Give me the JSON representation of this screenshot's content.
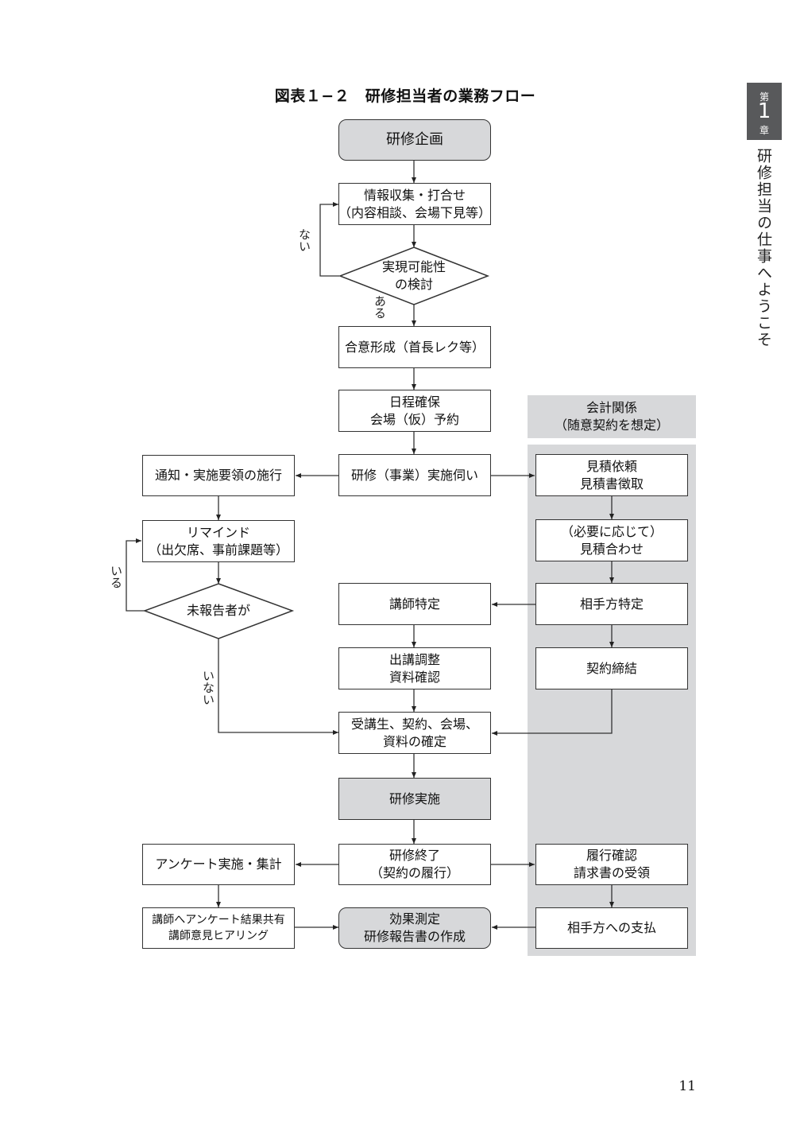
{
  "figure_title": "図表１−２　研修担当者の業務フロー",
  "side_tab": {
    "prefix": "第",
    "number": "1",
    "suffix": "章"
  },
  "chapter_title": "研修担当の仕事へようこそ",
  "accounting_header": [
    "会計関係",
    "（随意契約を想定）"
  ],
  "center_nodes": {
    "kikaku": [
      "研修企画"
    ],
    "joho": [
      "情報収集・打合せ",
      "（内容相談、会場下見等）"
    ],
    "kanou": [
      "実現可能性",
      "の検討"
    ],
    "goi": [
      "合意形成（首長レク等）"
    ],
    "nittei": [
      "日程確保",
      "会場（仮）予約"
    ],
    "ukagai": [
      "研修（事業）実施伺い"
    ],
    "koshi_tokutei": [
      "講師特定"
    ],
    "shukko": [
      "出講調整",
      "資料確認"
    ],
    "kakutei": [
      "受講生、契約、会場、",
      "資料の確定"
    ],
    "jisshi": [
      "研修実施"
    ],
    "shuryo": [
      "研修終了",
      "（契約の履行）"
    ],
    "koka": [
      "効果測定",
      "研修報告書の作成"
    ]
  },
  "left_nodes": {
    "tsuchi": [
      "通知・実施要領の施行"
    ],
    "remind": [
      "リマインド",
      "（出欠席、事前課題等）"
    ],
    "mihoukoku": [
      "未報告者が"
    ],
    "enquete": [
      "アンケート実施・集計"
    ],
    "kyoyu": [
      "講師へアンケート結果共有",
      "講師意見ヒアリング"
    ]
  },
  "right_nodes": {
    "mitsumori": [
      "見積依頼",
      "見積書徴取"
    ],
    "awase": [
      "（必要に応じて）",
      "見積合わせ"
    ],
    "aitegata": [
      "相手方特定"
    ],
    "keiyaku": [
      "契約締結"
    ],
    "rikou": [
      "履行確認",
      "請求書の受領"
    ],
    "shiharai": [
      "相手方への支払"
    ]
  },
  "branch_labels": {
    "nai": "ない",
    "aru": "ある",
    "iru": "いる",
    "inai": "いない"
  },
  "page_number": "11"
}
